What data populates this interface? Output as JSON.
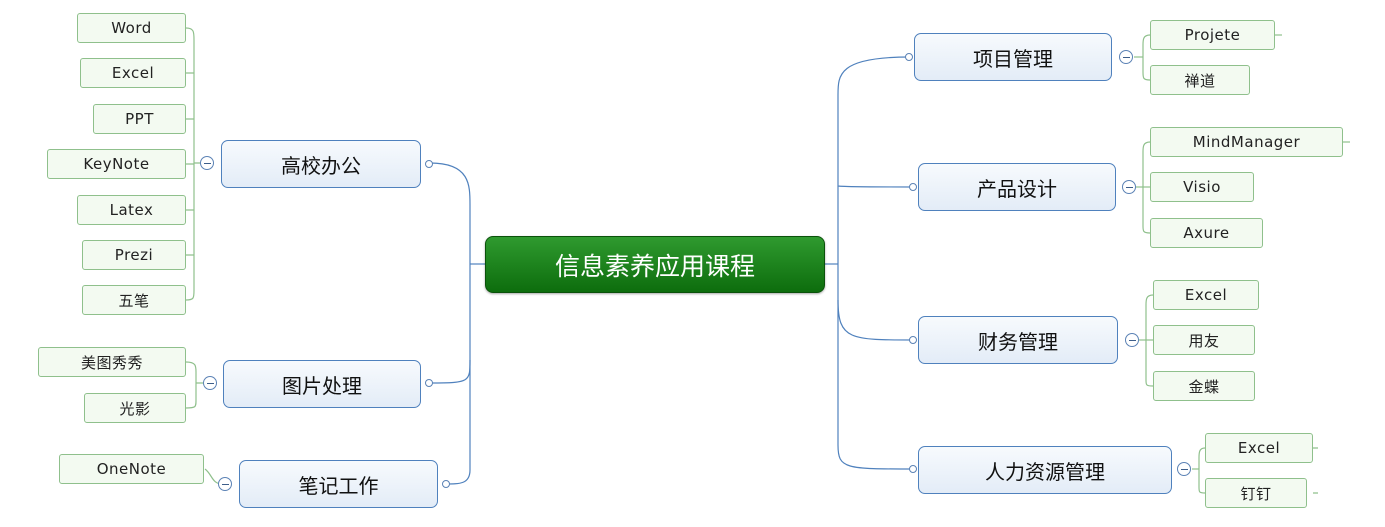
{
  "central": "信息素养应用课程",
  "left": {
    "office": {
      "label": "高校办公",
      "items": [
        "Word",
        "Excel",
        "PPT",
        "KeyNote",
        "Latex",
        "Prezi",
        "五笔"
      ]
    },
    "image": {
      "label": "图片处理",
      "items": [
        "美图秀秀",
        "光影"
      ]
    },
    "notes": {
      "label": "笔记工作",
      "items": [
        "OneNote"
      ]
    }
  },
  "right": {
    "project": {
      "label": "项目管理",
      "items": [
        "Projete",
        "禅道"
      ]
    },
    "product": {
      "label": "产品设计",
      "items": [
        "MindManager",
        "Visio",
        "Axure"
      ]
    },
    "finance": {
      "label": "财务管理",
      "items": [
        "Excel",
        "用友",
        "金蝶"
      ]
    },
    "hr": {
      "label": "人力资源管理",
      "items": [
        "Excel",
        "钉钉"
      ]
    }
  },
  "colors": {
    "central_fill": "#1a7d1a",
    "main_border": "#4f81bd",
    "connector": "#4f81bd",
    "leaf_border": "#8fc08c",
    "leaf_fill": "#f3faf1"
  }
}
